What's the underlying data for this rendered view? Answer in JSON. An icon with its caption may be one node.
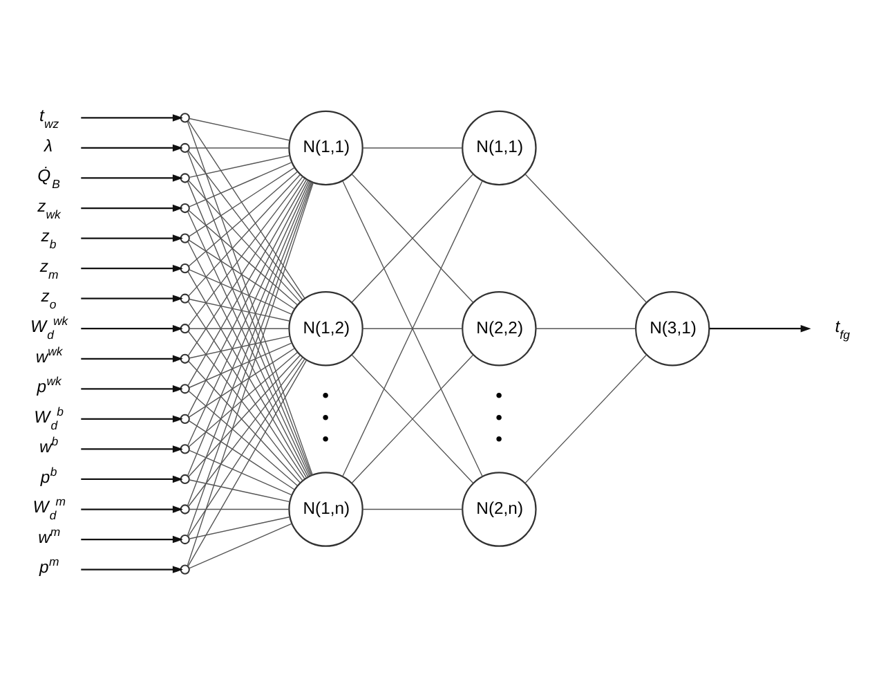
{
  "diagram": {
    "nodes": [
      {
        "text": [
          "t$_{wz}$"
        ]
      },
      {
        "text": [
          "λ"
        ]
      },
      {
        "text": [
          "Q̇$_{B}$"
        ]
      },
      {
        "text": [
          "z$_{wk}$"
        ]
      },
      {
        "text": [
          "z$_{b}$"
        ]
      },
      {
        "text": [
          "z$_{m}$"
        ]
      },
      {
        "text": [
          "z$_{o}$"
        ]
      },
      {
        "text": [
          "W$_{d}$$^{wk}$"
        ]
      },
      {
        "text": [
          "w$^{wk}$"
        ]
      },
      {
        "text": [
          "p$^{wk}$"
        ]
      },
      {
        "text": [
          "W$_{d}$$^{b}$"
        ]
      },
      {
        "text": [
          "w$^{b}$"
        ]
      },
      {
        "text": [
          "p$^{b}$"
        ]
      },
      {
        "text": [
          "W$_{d}$$^{m}$"
        ]
      },
      {
        "text": [
          "w$^{m}$"
        ]
      },
      {
        "text": [
          "p$^{m}$"
        ]
      },
      {
        "text": [],
        "shape": "circle"
      },
      {
        "text": [],
        "shape": "circle"
      },
      {
        "text": [],
        "shape": "circle"
      },
      {
        "text": [],
        "shape": "circle"
      },
      {
        "text": [],
        "shape": "circle"
      },
      {
        "text": [],
        "shape": "circle"
      },
      {
        "text": [],
        "shape": "circle"
      },
      {
        "text": [],
        "shape": "circle"
      },
      {
        "text": [],
        "shape": "circle"
      },
      {
        "text": [],
        "shape": "circle"
      },
      {
        "text": [],
        "shape": "circle"
      },
      {
        "text": [],
        "shape": "circle"
      },
      {
        "text": [],
        "shape": "circle"
      },
      {
        "text": [],
        "shape": "circle"
      },
      {
        "text": [],
        "shape": "circle"
      },
      {
        "text": [],
        "shape": "circle"
      },
      {
        "text": [
          "N(1,1)"
        ]
      },
      {
        "text": [
          "N(1,2)"
        ]
      },
      {
        "text": [
          "N(1,n)"
        ]
      },
      {
        "text": [
          "N(1,1)"
        ]
      },
      {
        "text": [
          "N(2,2)"
        ]
      },
      {
        "text": [
          "N(2,n)"
        ]
      },
      {
        "text": [
          "N(3,1)"
        ]
      },
      {
        "text": [
          "t$_{fg}$"
        ]
      }
    ],
    "edges": [
      {
        "from": 0,
        "to": 16,
        "arrow": "to"
      },
      {
        "from": 1,
        "to": 17,
        "arrow": "to"
      },
      {
        "from": 2,
        "to": 18,
        "arrow": "to"
      },
      {
        "from": 3,
        "to": 19,
        "arrow": "to"
      },
      {
        "from": 4,
        "to": 20,
        "arrow": "to"
      },
      {
        "from": 5,
        "to": 21,
        "arrow": "to"
      },
      {
        "from": 6,
        "to": 22,
        "arrow": "to"
      },
      {
        "from": 7,
        "to": 23,
        "arrow": "to"
      },
      {
        "from": 8,
        "to": 24,
        "arrow": "to"
      },
      {
        "from": 9,
        "to": 25,
        "arrow": "to"
      },
      {
        "from": 10,
        "to": 26,
        "arrow": "to"
      },
      {
        "from": 11,
        "to": 27,
        "arrow": "to"
      },
      {
        "from": 12,
        "to": 28,
        "arrow": "to"
      },
      {
        "from": 13,
        "to": 29,
        "arrow": "to"
      },
      {
        "from": 14,
        "to": 30,
        "arrow": "to"
      },
      {
        "from": 15,
        "to": 31,
        "arrow": "to"
      },
      {
        "from": 16,
        "to": 32,
        "arrow": "none"
      },
      {
        "from": 16,
        "to": 33,
        "arrow": "none"
      },
      {
        "from": 16,
        "to": 34,
        "arrow": "none"
      },
      {
        "from": 17,
        "to": 32,
        "arrow": "none"
      },
      {
        "from": 17,
        "to": 33,
        "arrow": "none"
      },
      {
        "from": 17,
        "to": 34,
        "arrow": "none"
      },
      {
        "from": 18,
        "to": 32,
        "arrow": "none"
      },
      {
        "from": 18,
        "to": 33,
        "arrow": "none"
      },
      {
        "from": 18,
        "to": 34,
        "arrow": "none"
      },
      {
        "from": 19,
        "to": 32,
        "arrow": "none"
      },
      {
        "from": 19,
        "to": 33,
        "arrow": "none"
      },
      {
        "from": 19,
        "to": 34,
        "arrow": "none"
      },
      {
        "from": 20,
        "to": 32,
        "arrow": "none"
      },
      {
        "from": 20,
        "to": 33,
        "arrow": "none"
      },
      {
        "from": 20,
        "to": 34,
        "arrow": "none"
      },
      {
        "from": 21,
        "to": 32,
        "arrow": "none"
      },
      {
        "from": 21,
        "to": 33,
        "arrow": "none"
      },
      {
        "from": 21,
        "to": 34,
        "arrow": "none"
      },
      {
        "from": 22,
        "to": 32,
        "arrow": "none"
      },
      {
        "from": 22,
        "to": 33,
        "arrow": "none"
      },
      {
        "from": 22,
        "to": 34,
        "arrow": "none"
      },
      {
        "from": 23,
        "to": 32,
        "arrow": "none"
      },
      {
        "from": 23,
        "to": 33,
        "arrow": "none"
      },
      {
        "from": 23,
        "to": 34,
        "arrow": "none"
      },
      {
        "from": 24,
        "to": 32,
        "arrow": "none"
      },
      {
        "from": 24,
        "to": 33,
        "arrow": "none"
      },
      {
        "from": 24,
        "to": 34,
        "arrow": "none"
      },
      {
        "from": 25,
        "to": 32,
        "arrow": "none"
      },
      {
        "from": 25,
        "to": 33,
        "arrow": "none"
      },
      {
        "from": 25,
        "to": 34,
        "arrow": "none"
      },
      {
        "from": 26,
        "to": 32,
        "arrow": "none"
      },
      {
        "from": 26,
        "to": 33,
        "arrow": "none"
      },
      {
        "from": 26,
        "to": 34,
        "arrow": "none"
      },
      {
        "from": 27,
        "to": 32,
        "arrow": "none"
      },
      {
        "from": 27,
        "to": 33,
        "arrow": "none"
      },
      {
        "from": 27,
        "to": 34,
        "arrow": "none"
      },
      {
        "from": 28,
        "to": 32,
        "arrow": "none"
      },
      {
        "from": 28,
        "to": 33,
        "arrow": "none"
      },
      {
        "from": 28,
        "to": 34,
        "arrow": "none"
      },
      {
        "from": 29,
        "to": 32,
        "arrow": "none"
      },
      {
        "from": 29,
        "to": 33,
        "arrow": "none"
      },
      {
        "from": 29,
        "to": 34,
        "arrow": "none"
      },
      {
        "from": 30,
        "to": 32,
        "arrow": "none"
      },
      {
        "from": 30,
        "to": 33,
        "arrow": "none"
      },
      {
        "from": 30,
        "to": 34,
        "arrow": "none"
      },
      {
        "from": 31,
        "to": 32,
        "arrow": "none"
      },
      {
        "from": 31,
        "to": 33,
        "arrow": "none"
      },
      {
        "from": 31,
        "to": 34,
        "arrow": "none"
      },
      {
        "from": 32,
        "to": 35,
        "arrow": "none"
      },
      {
        "from": 32,
        "to": 36,
        "arrow": "none"
      },
      {
        "from": 32,
        "to": 37,
        "arrow": "none"
      },
      {
        "from": 33,
        "to": 35,
        "arrow": "none"
      },
      {
        "from": 33,
        "to": 36,
        "arrow": "none"
      },
      {
        "from": 33,
        "to": 37,
        "arrow": "none"
      },
      {
        "from": 34,
        "to": 35,
        "arrow": "none"
      },
      {
        "from": 34,
        "to": 36,
        "arrow": "none"
      },
      {
        "from": 34,
        "to": 37,
        "arrow": "none"
      },
      {
        "from": 35,
        "to": 38,
        "arrow": "none"
      },
      {
        "from": 36,
        "to": 38,
        "arrow": "none"
      },
      {
        "from": 37,
        "to": 38,
        "arrow": "none"
      },
      {
        "from": 38,
        "to": 39,
        "arrow": "to"
      }
    ],
    "labels": [
      "• • •",
      "• • •"
    ]
  }
}
